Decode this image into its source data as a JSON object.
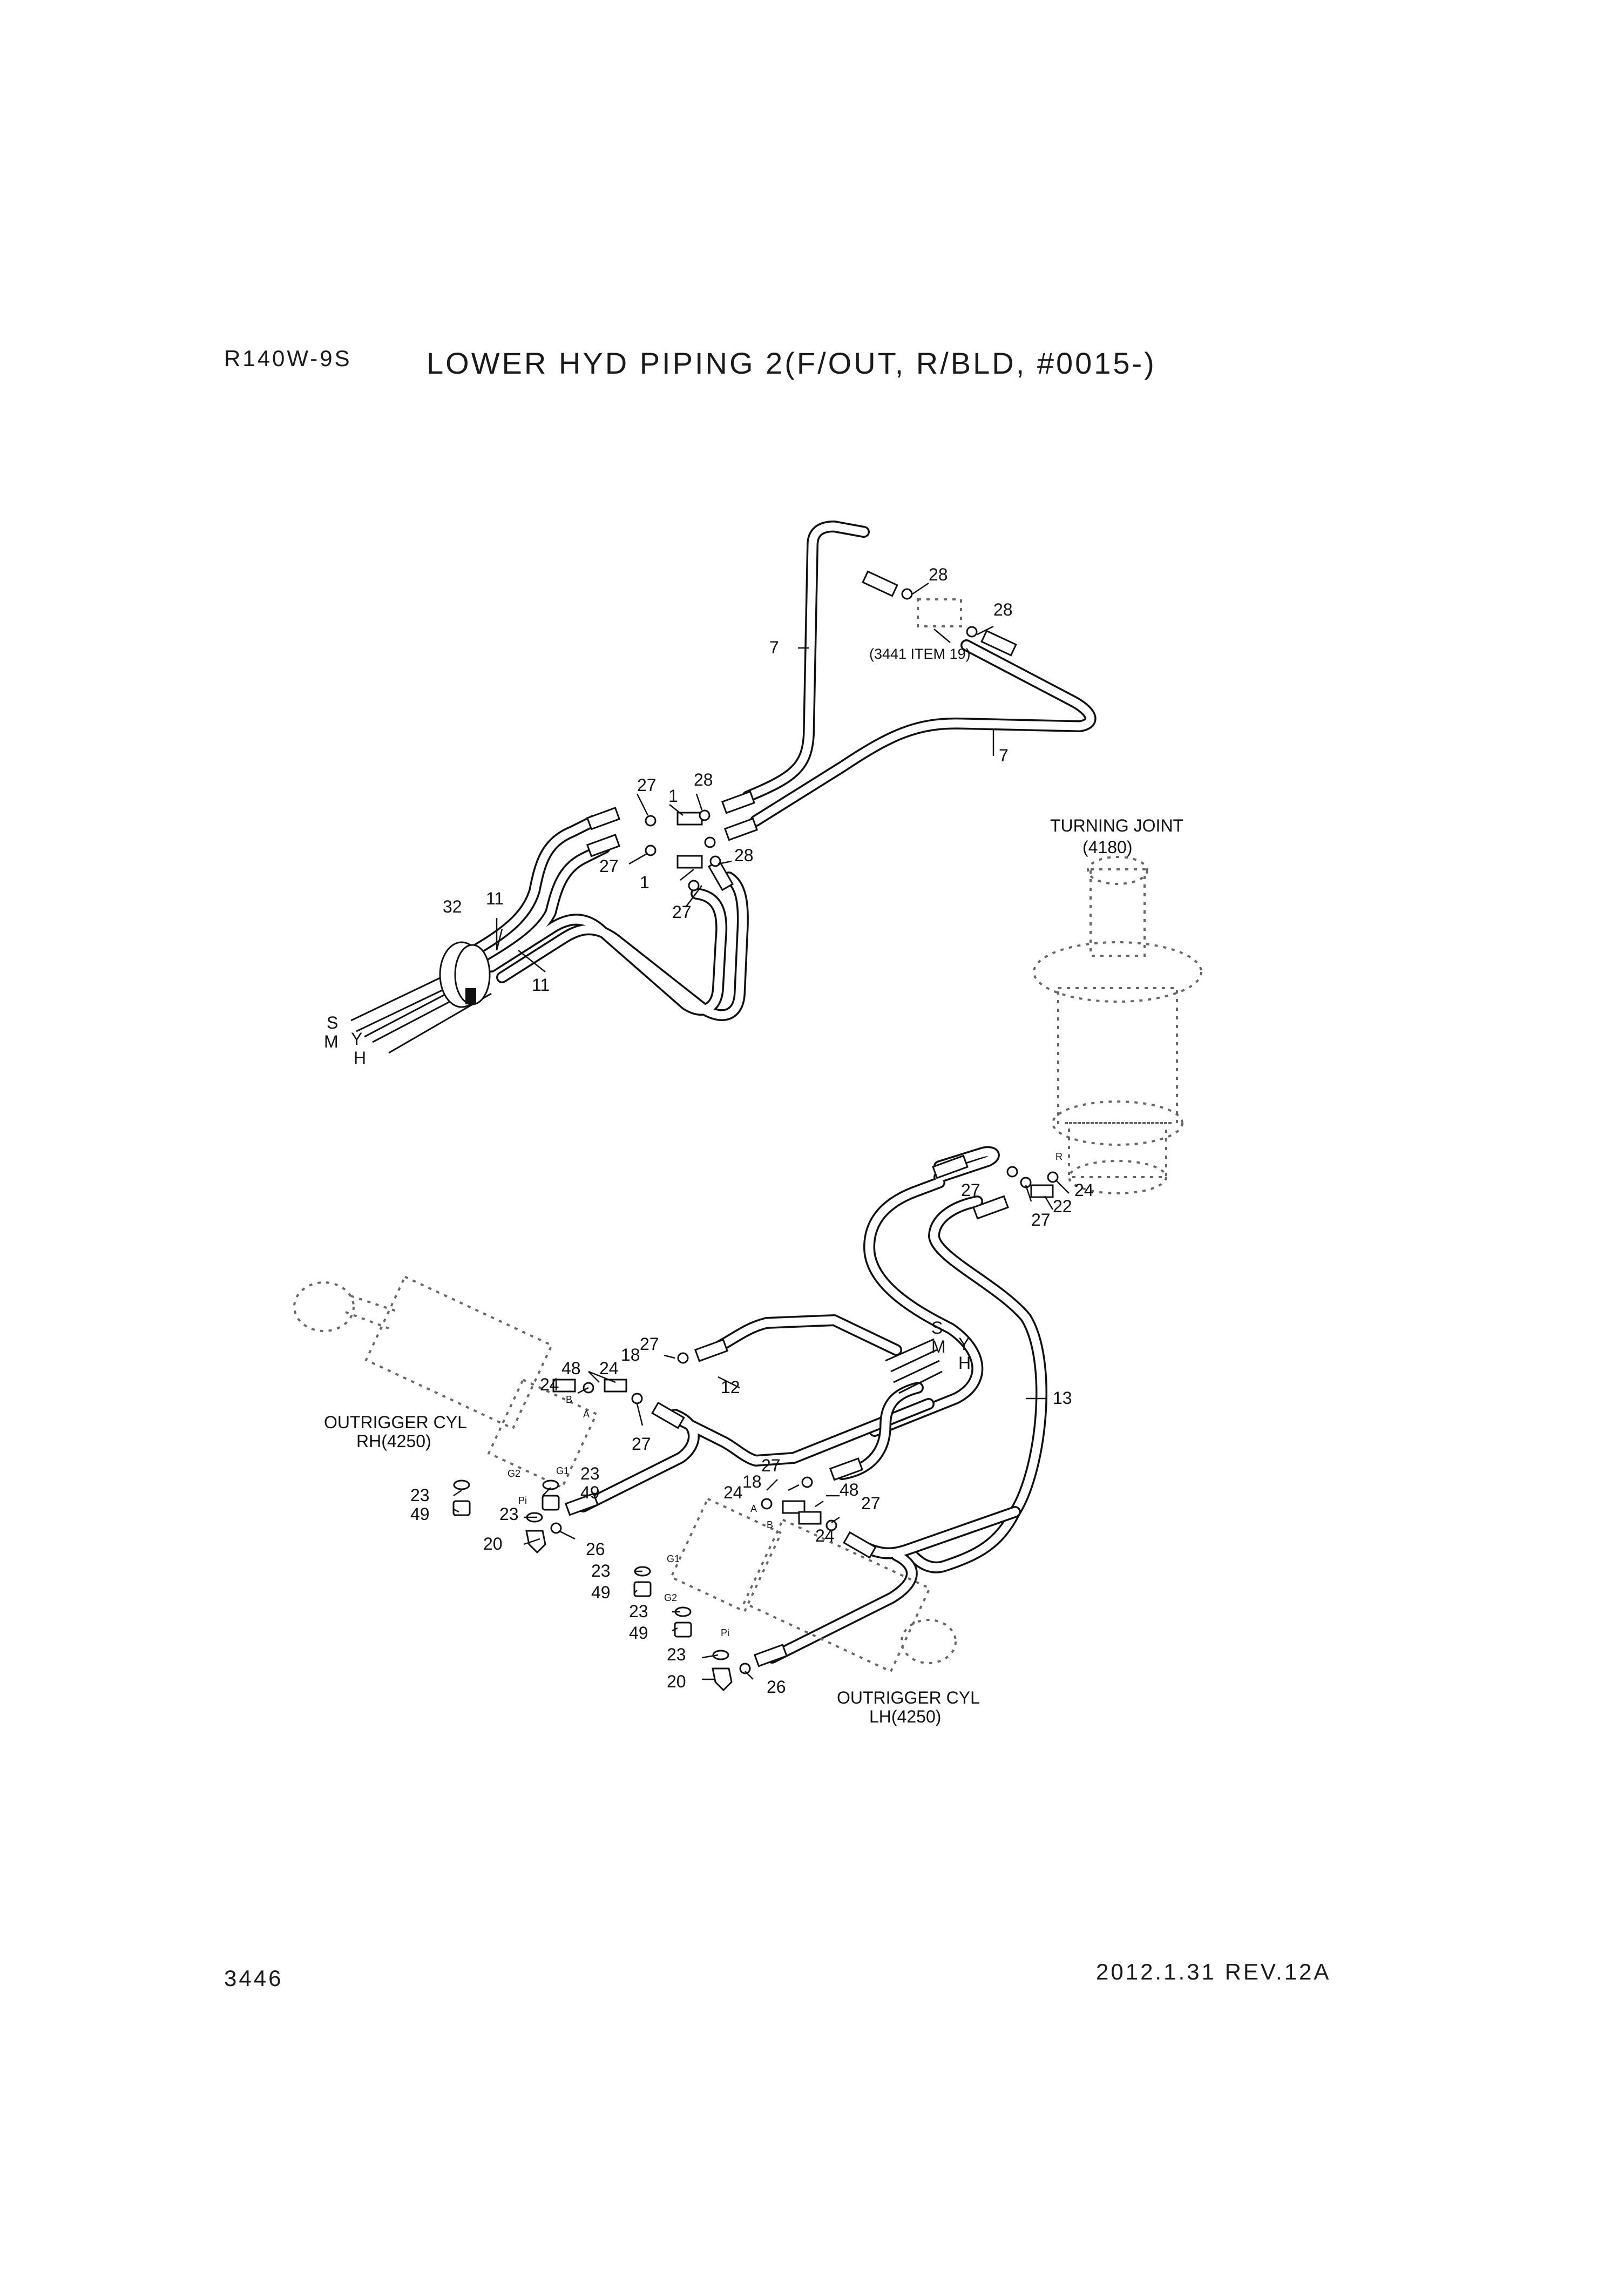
{
  "header": {
    "model": "R140W-9S",
    "title": "LOWER HYD PIPING 2(F/OUT, R/BLD, #0015-)"
  },
  "footer": {
    "page": "3446",
    "date_rev": "2012.1.31  REV.12A"
  },
  "references": {
    "turning_joint_line1": "TURNING JOINT",
    "turning_joint_line2": "(4180)",
    "item_ref": "(3441 ITEM 19)",
    "outrigger_rh_line1": "OUTRIGGER CYL",
    "outrigger_rh_line2": "RH(4250)",
    "outrigger_lh_line1": "OUTRIGGER CYL",
    "outrigger_lh_line2": "LH(4250)"
  },
  "ports": {
    "s_top": "S",
    "m_top": "M",
    "y_top": "Y",
    "h_top": "H",
    "s_mid": "S",
    "m_mid": "M",
    "y_mid": "Y",
    "h_mid": "H",
    "r": "R",
    "rh_a": "A",
    "rh_b": "B",
    "rh_g1": "G1",
    "rh_g2": "G2",
    "rh_pi": "Pi",
    "lh_a": "A",
    "lh_b": "B",
    "lh_g1": "G1",
    "lh_g2": "G2",
    "lh_pi": "Pi"
  },
  "callouts": {
    "c28a": "28",
    "c28b": "28",
    "c7a": "7",
    "c7b": "7",
    "c27a": "27",
    "c28c": "28",
    "c1a": "1",
    "c27b": "27",
    "c1b": "1",
    "c28d": "28",
    "c27c": "27",
    "c32": "32",
    "c11a": "11",
    "c11b": "11",
    "c27d": "27",
    "c24a": "24",
    "c22": "22",
    "c27e": "27",
    "c48a": "48",
    "c24b": "24",
    "c18a": "18",
    "c27f": "27",
    "c12": "12",
    "c13": "13",
    "c27g": "27",
    "c23a": "23",
    "c49a": "49",
    "c23b": "23",
    "c49b": "49",
    "c23c": "23",
    "c20a": "20",
    "c26a": "26",
    "c27h": "27",
    "c24c": "24",
    "c18b": "18",
    "c48b": "48",
    "c27i": "27",
    "c24d": "24",
    "c23d": "23",
    "c49c": "49",
    "c23e": "23",
    "c49d": "49",
    "c23f": "23",
    "c20b": "20",
    "c26b": "26"
  }
}
